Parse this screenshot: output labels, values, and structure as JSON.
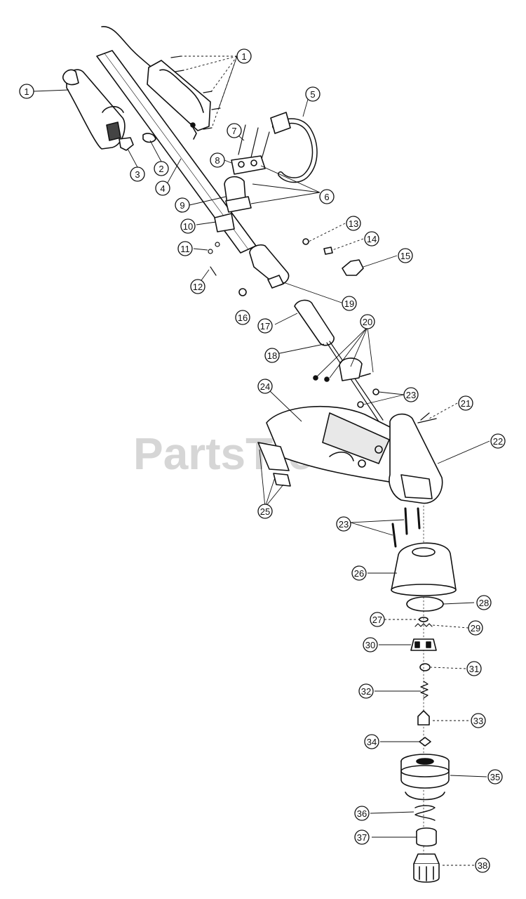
{
  "watermark": "PartsTree",
  "callouts": [
    "1",
    "1",
    "2",
    "3",
    "4",
    "5",
    "6",
    "7",
    "8",
    "9",
    "10",
    "11",
    "12",
    "13",
    "14",
    "15",
    "16",
    "17",
    "18",
    "19",
    "20",
    "21",
    "22",
    "23",
    "23",
    "24",
    "25",
    "26",
    "27",
    "28",
    "29",
    "30",
    "31",
    "32",
    "33",
    "34",
    "35",
    "36",
    "37",
    "38"
  ]
}
